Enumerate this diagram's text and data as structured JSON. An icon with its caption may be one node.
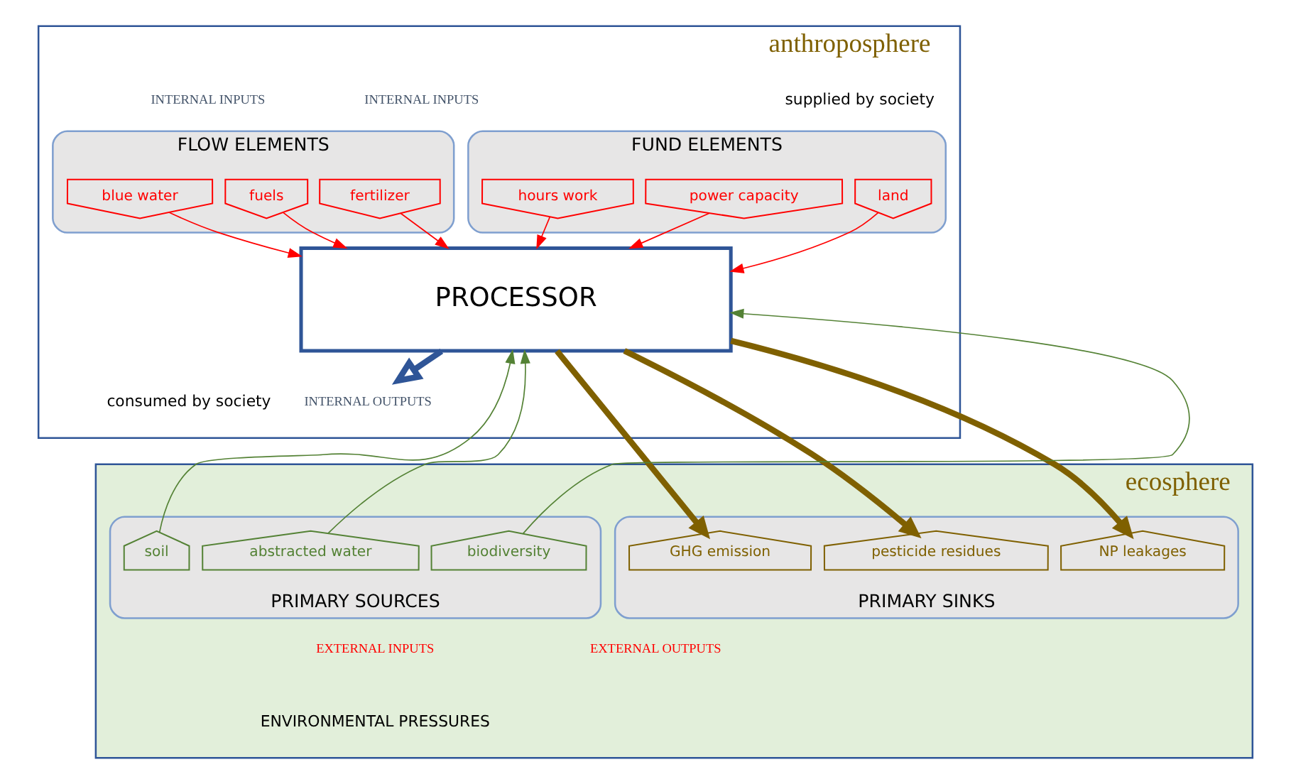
{
  "diagram": {
    "nodes": [
      {
        "text": [
          "anthroposphere"
        ]
      },
      {
        "text": [
          "FLOW ELEMENTS"
        ],
        "in": 0,
        "beside": [
          "INTERNAL INPUTS"
        ]
      },
      {
        "text": [
          "blue water"
        ],
        "in": 1
      },
      {
        "text": [
          "fuels"
        ],
        "in": 1
      },
      {
        "text": [
          "fertilizer"
        ],
        "in": 1
      },
      {
        "text": [
          "FUND ELEMENTS"
        ],
        "in": 0,
        "beside": [
          "INTERNAL INPUTS"
        ]
      },
      {
        "text": [
          "hours work"
        ],
        "in": 5
      },
      {
        "text": [
          "power capacity"
        ],
        "in": 5
      },
      {
        "text": [
          "land"
        ],
        "in": 5
      },
      {
        "text": [
          "PROCESSOR"
        ],
        "in": 0
      },
      {
        "text": [
          "INTERNAL OUTPUTS"
        ],
        "in": 0
      },
      {
        "text": [
          "ecosphere"
        ]
      },
      {
        "text": [
          "PRIMARY SOURCES"
        ],
        "in": 11,
        "beside": [
          "EXTERNAL INPUTS"
        ]
      },
      {
        "text": [
          "abstracted water"
        ],
        "in": 12
      },
      {
        "text": [
          "biodiversity"
        ],
        "in": 12
      },
      {
        "text": [
          "soil"
        ],
        "in": 12
      },
      {
        "text": [
          "PRIMARY SINKS"
        ],
        "in": 11,
        "beside": [
          "EXTERNAL OUTPUTS"
        ]
      },
      {
        "text": [
          "GHG emission"
        ],
        "in": 16
      },
      {
        "text": [
          "NP leakages"
        ],
        "in": 16
      },
      {
        "text": [
          "pesticide residues"
        ],
        "in": 16
      }
    ],
    "edges": [
      {
        "from": 2,
        "to": 9,
        "arrow": "to"
      },
      {
        "from": 3,
        "to": 9,
        "arrow": "to"
      },
      {
        "from": 4,
        "to": 9,
        "arrow": "to"
      },
      {
        "from": 6,
        "to": 9,
        "arrow": "to"
      },
      {
        "from": 7,
        "to": 9,
        "arrow": "to"
      },
      {
        "from": 8,
        "to": 9,
        "arrow": "to"
      },
      {
        "from": 9,
        "to": 10,
        "arrow": "to",
        "style": "thick",
        "color": "#2f5597"
      },
      {
        "from": 13,
        "to": 9,
        "arrow": "to",
        "color": "#548235"
      },
      {
        "from": 14,
        "to": 9,
        "arrow": "to",
        "color": "#548235"
      },
      {
        "from": 15,
        "to": 9,
        "arrow": "to",
        "color": "#548235"
      },
      {
        "from": 9,
        "to": 17,
        "arrow": "to",
        "style": "thick",
        "color": "#7f6000"
      },
      {
        "from": 9,
        "to": 18,
        "arrow": "to",
        "style": "thick",
        "color": "#7f6000"
      },
      {
        "from": 9,
        "to": 19,
        "arrow": "to",
        "style": "thick",
        "color": "#7f6000"
      }
    ],
    "labels": [
      "supplied by society",
      "consumed by society",
      "ENVIRONMENTAL PRESSURES"
    ]
  }
}
